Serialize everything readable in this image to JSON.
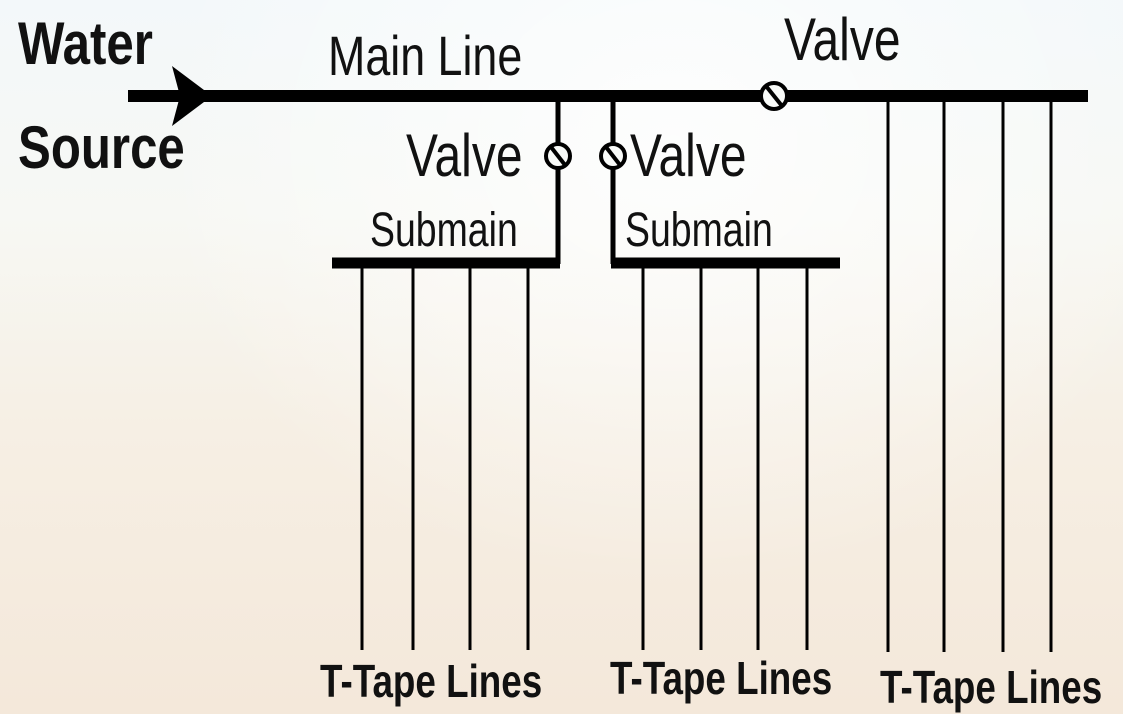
{
  "labels": {
    "water": "Water",
    "source": "Source",
    "main_line": "Main Line",
    "valve_main": "Valve",
    "valve_left": "Valve",
    "valve_right": "Valve",
    "submain_left": "Submain",
    "submain_right": "Submain",
    "tape_left": "T-Tape Lines",
    "tape_middle": "T-Tape Lines",
    "tape_right": "T-Tape Lines"
  },
  "colors": {
    "line": "#000000",
    "text": "#111111"
  }
}
